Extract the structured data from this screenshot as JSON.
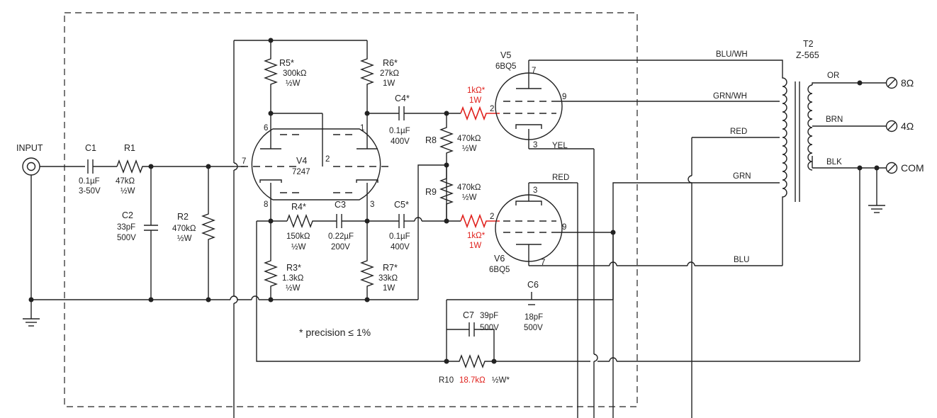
{
  "input_label": "INPUT",
  "precision_note": "* precision ≤ 1%",
  "components": {
    "C1": {
      "name": "C1",
      "value": "0.1µF",
      "rating": "3-50V"
    },
    "R1": {
      "name": "R1",
      "value": "47kΩ",
      "rating": "½W"
    },
    "C2": {
      "name": "C2",
      "value": "33pF",
      "rating": "500V"
    },
    "R2": {
      "name": "R2",
      "value": "470kΩ",
      "rating": "½W"
    },
    "R5": {
      "name": "R5*",
      "value": "300kΩ",
      "rating": "½W"
    },
    "R6": {
      "name": "R6*",
      "value": "27kΩ",
      "rating": "1W"
    },
    "C4": {
      "name": "C4*",
      "value": "0.1µF",
      "rating": "400V"
    },
    "R8": {
      "name": "R8",
      "value": "470kΩ",
      "rating": "½W"
    },
    "R9": {
      "name": "R9",
      "value": "470kΩ",
      "rating": "½W"
    },
    "R4": {
      "name": "R4*",
      "value": "150kΩ",
      "rating": "½W"
    },
    "C3": {
      "name": "C3",
      "value": "0.22µF",
      "rating": "200V"
    },
    "C5": {
      "name": "C5*",
      "value": "0.1µF",
      "rating": "400V"
    },
    "R3": {
      "name": "R3*",
      "value": "1.3kΩ",
      "rating": "½W"
    },
    "R7": {
      "name": "R7*",
      "value": "33kΩ",
      "rating": "1W"
    },
    "C6": {
      "name": "C6",
      "value": "18pF",
      "rating": "500V"
    },
    "C7": {
      "name": "C7",
      "value": "39pF",
      "rating": "500V"
    },
    "R10": {
      "name": "R10",
      "value": "18.7kΩ",
      "rating": "½W*"
    },
    "Rg5": {
      "value": "1kΩ*",
      "rating": "1W"
    },
    "Rg6": {
      "value": "1kΩ*",
      "rating": "1W"
    }
  },
  "tubes": {
    "V4": {
      "name": "V4",
      "type": "7247",
      "pins": [
        "6",
        "1",
        "7",
        "2",
        "8",
        "3"
      ]
    },
    "V5": {
      "name": "V5",
      "type": "6BQ5",
      "pins": [
        "7",
        "9",
        "2",
        "3"
      ]
    },
    "V6": {
      "name": "V6",
      "type": "6BQ5",
      "pins": [
        "3",
        "9",
        "2",
        "7"
      ]
    }
  },
  "transformer": {
    "name": "T2",
    "part": "Z-565",
    "primary_wires": [
      "BLU/WH",
      "GRN/WH",
      "RED",
      "GRN",
      "BLU"
    ],
    "secondary_wires": [
      "OR",
      "BRN",
      "BLK"
    ]
  },
  "wire_labels": {
    "yel": "YEL",
    "red2": "RED"
  },
  "outputs": [
    "8Ω",
    "4Ω",
    "COM"
  ],
  "colors": {
    "highlight": "#e0201c",
    "line": "#222222"
  }
}
